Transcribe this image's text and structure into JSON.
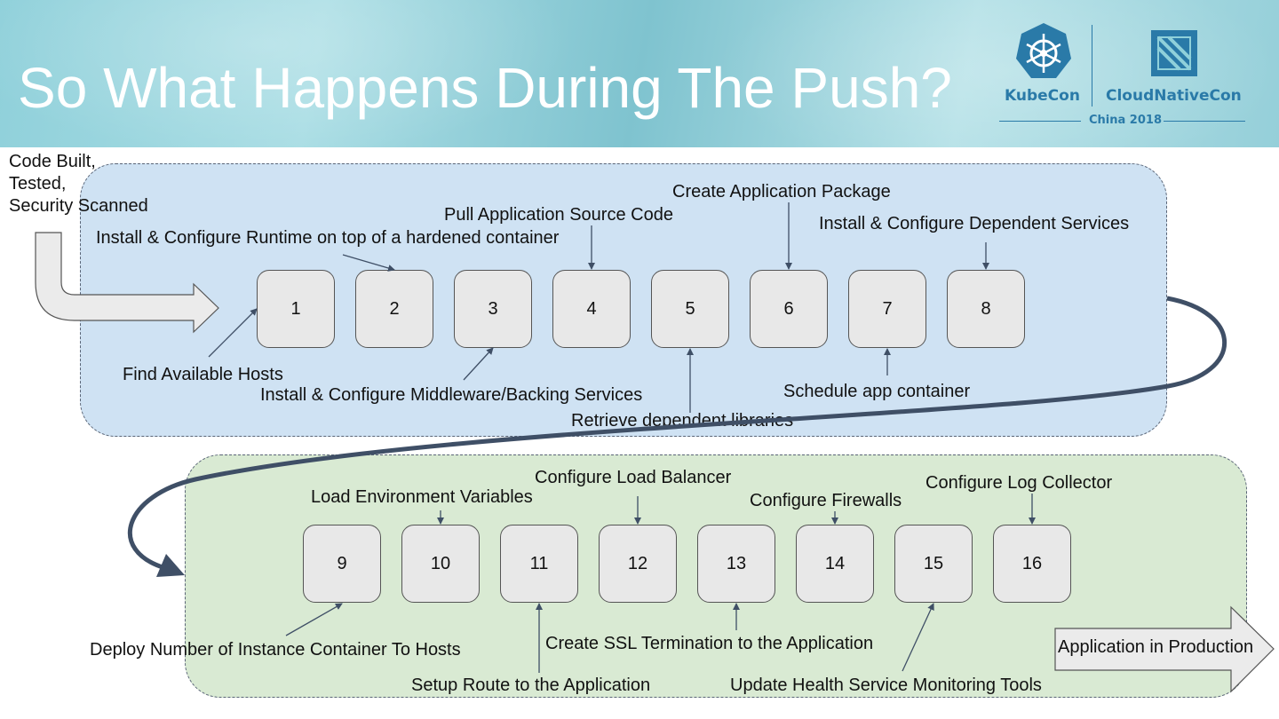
{
  "header": {
    "title": "So What Happens During The Push?",
    "logo_left": "KubeCon",
    "logo_right": "CloudNativeCon",
    "logo_sub": "China 2018"
  },
  "intro_label": "Code Built,\nTested,\nSecurity Scanned",
  "steps": [
    "1",
    "2",
    "3",
    "4",
    "5",
    "6",
    "7",
    "8",
    "9",
    "10",
    "11",
    "12",
    "13",
    "14",
    "15",
    "16"
  ],
  "labels": {
    "find_hosts": "Find Available Hosts",
    "runtime": "Install & Configure Runtime on top of a hardened container",
    "middleware": "Install & Configure Middleware/Backing Services",
    "pull_source": "Pull Application Source Code",
    "retrieve_libs": "Retrieve dependent libraries",
    "create_package": "Create Application Package",
    "schedule": "Schedule app container",
    "dependent_services": "Install & Configure Dependent Services",
    "env_vars": "Load Environment Variables",
    "deploy": "Deploy Number of Instance Container To Hosts",
    "load_balancer": "Configure Load Balancer",
    "route": "Setup Route to the Application",
    "ssl": "Create SSL Termination to the Application",
    "firewalls": "Configure Firewalls",
    "health": "Update Health Service Monitoring Tools",
    "log_collector": "Configure Log Collector",
    "production": "Application in Production"
  },
  "colors": {
    "panel_top": "#cfe2f3",
    "panel_bottom": "#d9ead3",
    "step_fill": "#e8e8e8",
    "connector": "#3f4f66",
    "logo": "#2a7aa8"
  }
}
